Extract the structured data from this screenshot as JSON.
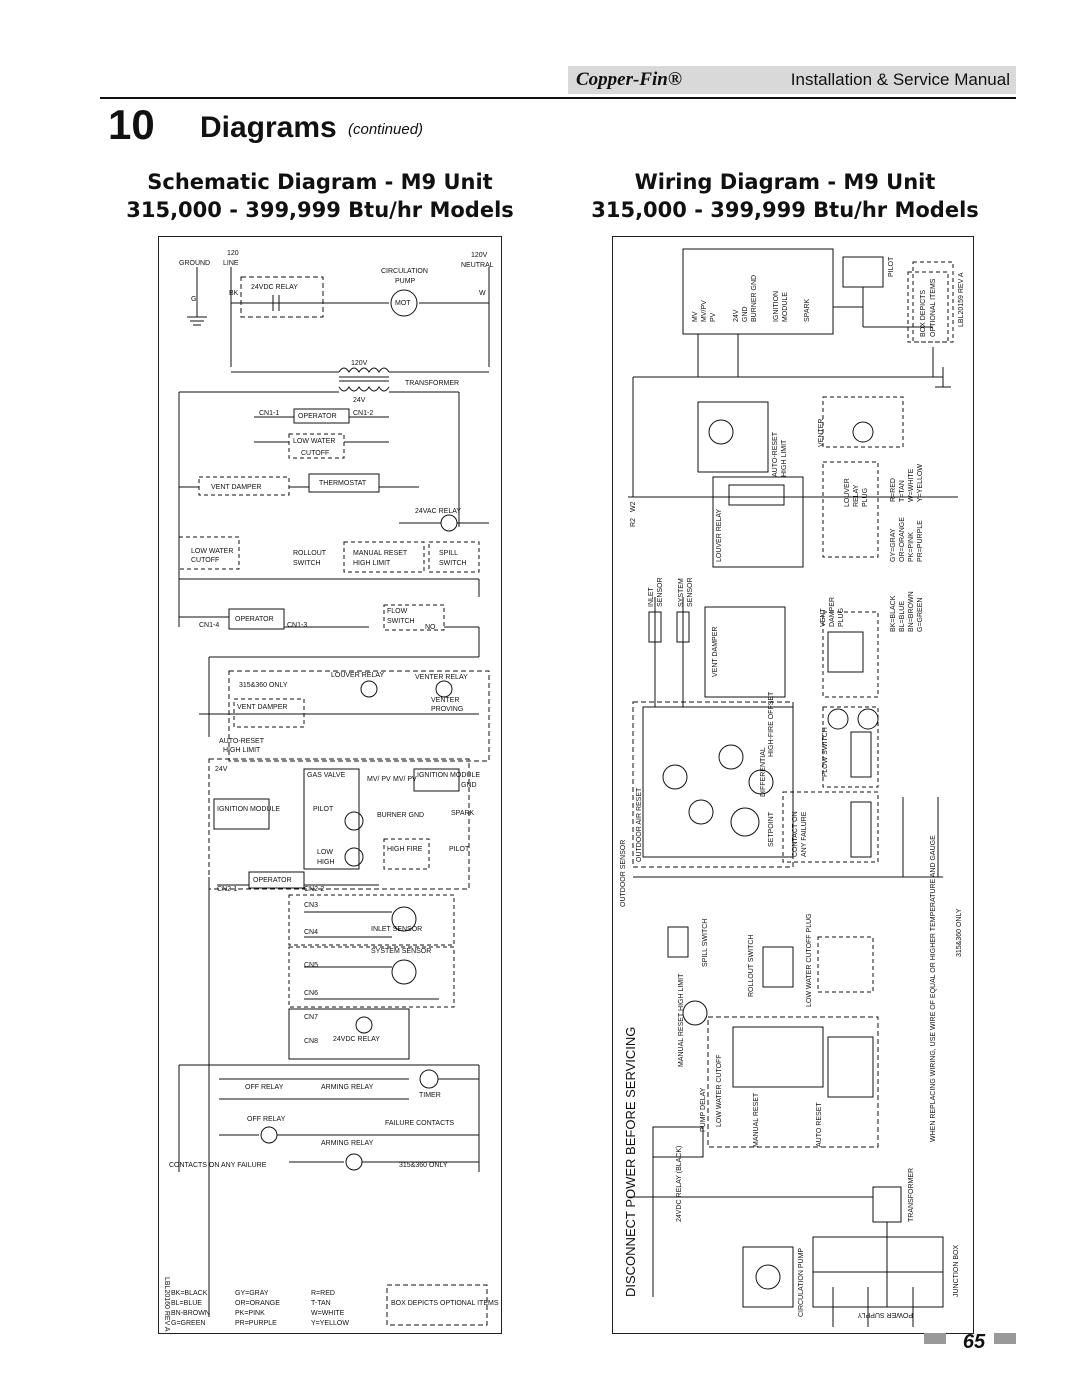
{
  "header": {
    "brand": "Copper-Fin®",
    "manual_title": "Installation & Service Manual"
  },
  "section": {
    "number": "10",
    "title": "Diagrams",
    "continued": "(continued)"
  },
  "left": {
    "heading_line1": "Schematic Diagram - M9 Unit",
    "heading_line2": "315,000 - 399,999 Btu/hr Models",
    "labels": {
      "v120_top": "120",
      "ground": "GROUND",
      "line": "LINE",
      "v120v": "120V",
      "neutral": "NEUTRAL",
      "circulation": "CIRCULATION",
      "pump": "PUMP",
      "bk1": "BK",
      "relay24vdc": "24VDC RELAY",
      "g": "G",
      "mot": "MOT",
      "w1": "W",
      "transformer": "TRANSFORMER",
      "v120v_tr": "120V",
      "v24v": "24V",
      "cn1_1": "CN1-1",
      "operator1": "OPERATOR",
      "cn1_2": "CN1-2",
      "low_water": "LOW WATER",
      "cutoff": "CUTOFF",
      "vent_damper1": "VENT DAMPER",
      "thermostat": "THERMOSTAT",
      "relay24vac": "24VAC RELAY",
      "low_water2": "LOW WATER",
      "cutoff2": "CUTOFF",
      "rollout": "ROLLOUT",
      "switch1": "SWITCH",
      "manual_reset": "MANUAL RESET",
      "high_limit1": "HIGH LIMIT",
      "spill": "SPILL",
      "switch2": "SWITCH",
      "operator2": "OPERATOR",
      "cn1_4": "CN1-4",
      "cn1_3": "CN1-3",
      "flow": "FLOW",
      "switch3": "SWITCH",
      "no": "NO",
      "louver_relay": "LOUVER RELAY",
      "venter_relay": "VENTER RELAY",
      "only315": "315&360 ONLY",
      "vent_damper2": "VENT DAMPER",
      "venter": "VENTER",
      "proving": "PROVING",
      "auto_reset": "AUTO-RESET",
      "high_limit2": "HIGH LIMIT",
      "v24v2": "24V",
      "gas_valve": "GAS VALVE",
      "mv_pv1": "MV/ PV",
      "mv_pv2": "MV/ PV",
      "ignition_module1": "IGNITION MODULE",
      "gnd1": "GND",
      "ignition_module2": "IGNITION MODULE",
      "pilot1": "PILOT",
      "burner_gnd": "BURNER GND",
      "spark": "SPARK",
      "low": "LOW",
      "high": "HIGH",
      "high_fire": "HIGH FIRE",
      "pilot2": "PILOT",
      "operator3": "OPERATOR",
      "cn2_1": "CN2-1",
      "cn2_2": "CN2-2",
      "cn3": "CN3",
      "cn4": "CN4",
      "inlet_sensor": "INLET SENSOR",
      "system_sensor": "SYSTEM SENSOR",
      "cn5": "CN5",
      "cn6": "CN6",
      "cn7": "CN7",
      "cn8": "CN8",
      "relay24vdc2": "24VDC RELAY",
      "off_relay1": "OFF RELAY",
      "arming_relay1": "ARMING RELAY",
      "timer": "TIMER",
      "off_relay2": "OFF RELAY",
      "failure_contacts": "FAILURE CONTACTS",
      "arming_relay2": "ARMING RELAY",
      "contacts_any_failure": "CONTACTS ON ANY FAILURE",
      "only315b": "315&360 ONLY",
      "lbl_code": "LBL20160  REV A"
    },
    "legend": {
      "col1": [
        "BK=BLACK",
        "BL=BLUE",
        "BN-BROWN",
        "G=GREEN"
      ],
      "col2": [
        "GY=GRAY",
        "OR=ORANGE",
        "PK=PINK",
        "PR=PURPLE"
      ],
      "col3": [
        "R=RED",
        "T-TAN",
        "W=WHITE",
        "Y=YELLOW"
      ],
      "box": "BOX DEPICTS OPTIONAL ITEMS"
    }
  },
  "right": {
    "heading_line1": "Wiring Diagram - M9 Unit",
    "heading_line2": "315,000 - 399,999 Btu/hr Models",
    "labels": {
      "mv": "MV",
      "mv_pv": "MV/PV",
      "pv": "PV",
      "v24v": "24V",
      "gnd": "GND",
      "burner_gnd": "BURNER GND",
      "ignition": "IGNITION",
      "module": "MODULE",
      "spark": "SPARK",
      "pilot": "PILOT",
      "box_depicts": "BOX DEPICTS",
      "optional_items": "OPTIONAL ITEMS",
      "lbl_code": "LBL20159  REV A",
      "auto_reset": "AUTO-RESET",
      "high_limit": "HIGH LIMIT",
      "venter": "VENTER",
      "louver_relay": "LOUVER RELAY",
      "louver": "LOUVER",
      "relay": "RELAY",
      "plug": "PLUG",
      "inlet": "INLET",
      "sensor": "SENSOR",
      "system": "SYSTEM",
      "sensor2": "SENSOR",
      "vent_damper": "VENT DAMPER",
      "vent": "VENT",
      "damper": "DAMPER",
      "plug2": "PLUG",
      "flow_switch": "FLOW SWITCH",
      "contact_on": "CONTACT ON",
      "any_failure": "ANY FAILURE",
      "outdoor_sensor": "OUTDOOR SENSOR",
      "outdoor_air_reset": "OUTDOOR AIR RESET",
      "differential": "DIFFERENTIAL",
      "setpoint": "SETPOINT",
      "high_fire_offset": "HIGH-FIRE OFFSET",
      "spill_switch": "SPILL SWITCH",
      "rollout_switch": "ROLLOUT SWITCH",
      "low_water_cutoff_plug": "LOW WATER CUTOFF PLUG",
      "only315": "315&360 ONLY",
      "disconnect": "DISCONNECT POWER BEFORE SERVICING",
      "manual_reset_high_limit": "MANUAL RESET HIGH LIMIT",
      "low_water_cutoff": "LOW WATER CUTOFF",
      "manual_reset": "MANUAL RESET",
      "auto_reset2": "AUTO RESET",
      "pump_delay": "PUMP DELAY",
      "relay24vdc": "24VDC RELAY (BLACK)",
      "replace_note": "WHEN REPLACING WIRING, USE WIRE OF EQUAL OR HIGHER TEMPERATURE AND GAUGE",
      "transformer": "TRANSFORMER",
      "circulation_pump": "CIRCULATION PUMP",
      "junction_box": "JUNCTION BOX",
      "power_supply": "POWER SUPPLY",
      "r2": "R2",
      "w2": "W2"
    },
    "legend": {
      "col1": [
        "BK=BLACK",
        "BL=BLUE",
        "BN=BROWN",
        "G=GREEN"
      ],
      "col2": [
        "GY=GRAY",
        "OR=ORANGE",
        "PK=PINK",
        "PR=PURPLE"
      ],
      "col3": [
        "R=RED",
        "T=TAN",
        "W=WHITE",
        "Y=YELLOW"
      ]
    }
  },
  "page_number": "65"
}
